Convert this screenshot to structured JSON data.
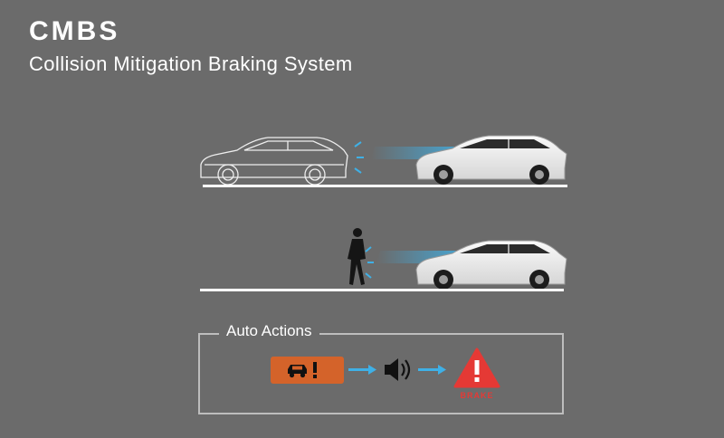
{
  "header": {
    "title": "CMBS",
    "subtitle": "Collision Mitigation Braking System"
  },
  "actions": {
    "label": "Auto Actions",
    "steps": [
      {
        "name": "forward-collision-warning",
        "icon": "car-warning-icon"
      },
      {
        "name": "audible-alert",
        "icon": "speaker-icon"
      },
      {
        "name": "automatic-braking",
        "icon": "brake-warning-icon",
        "text": "BRAKE"
      }
    ]
  },
  "colors": {
    "background": "#6b6b6b",
    "radar": "#3fb0e6",
    "warning": "#d4632a",
    "brake": "#e53935"
  }
}
